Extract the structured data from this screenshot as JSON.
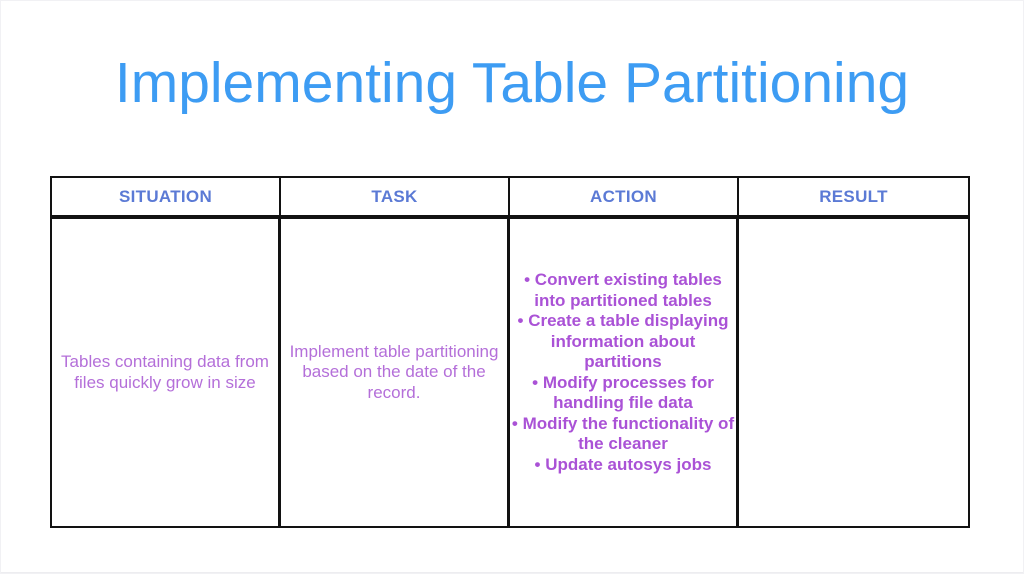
{
  "slide": {
    "title": "Implementing Table Partitioning"
  },
  "colors": {
    "title_blue": "#3d9cf3",
    "header_blue": "#5b7ad5",
    "body_purple": "#b46fd9",
    "action_purple": "#aa52d6",
    "border_black": "#121212"
  },
  "table": {
    "headers": [
      "SITUATION",
      "TASK",
      "ACTION",
      "RESULT"
    ],
    "bullet_glyph": "•",
    "row": {
      "situation": "Tables containing data from files quickly grow in size",
      "task": "Implement table partitioning based on the date of the record.",
      "action_bullets": [
        "Convert existing tables into partitioned tables",
        "Create a table displaying information about partitions",
        "Modify processes for handling file data",
        "Modify the functionality of the cleaner",
        "Update autosys jobs"
      ],
      "result": ""
    }
  }
}
